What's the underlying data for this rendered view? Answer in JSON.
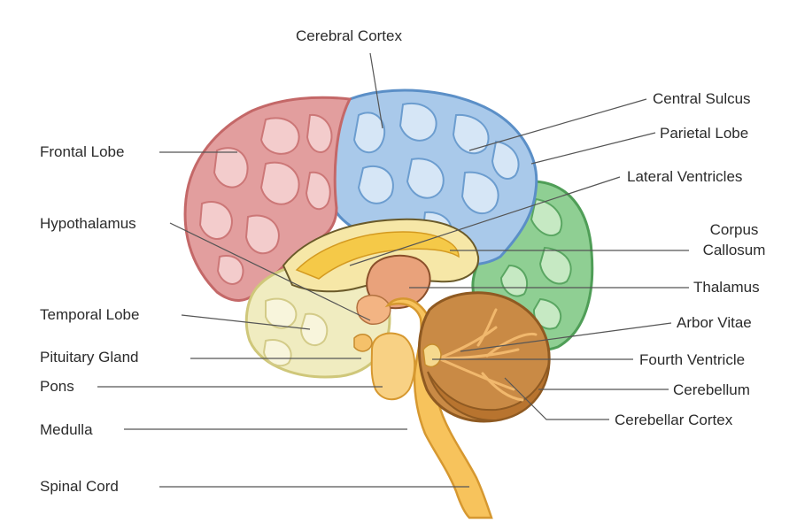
{
  "diagram": {
    "colors": {
      "frontal": "#e29e9e",
      "parietal": "#a9c9ea",
      "occipital": "#8fcf93",
      "temporal": "#f0ecc0",
      "cerebellum": "#c98a45",
      "brainstem": "#f7c35c",
      "corpus": "#f5c948",
      "thalamus": "#e9a27b",
      "line": "#555555"
    },
    "labels": {
      "cerebral_cortex": "Cerebral Cortex",
      "frontal_lobe": "Frontal Lobe",
      "hypothalamus": "Hypothalamus",
      "temporal_lobe": "Temporal Lobe",
      "pituitary_gland": "Pituitary Gland",
      "pons": "Pons",
      "medulla": "Medulla",
      "spinal_cord": "Spinal Cord",
      "central_sulcus": "Central Sulcus",
      "parietal_lobe": "Parietal Lobe",
      "lateral_ventricles": "Lateral Ventricles",
      "corpus_callosum_line1": "Corpus",
      "corpus_callosum_line2": "Callosum",
      "thalamus": "Thalamus",
      "arbor_vitae": "Arbor Vitae",
      "fourth_ventricle": "Fourth Ventricle",
      "cerebellum": "Cerebellum",
      "cerebellar_cortex": "Cerebellar Cortex"
    }
  }
}
